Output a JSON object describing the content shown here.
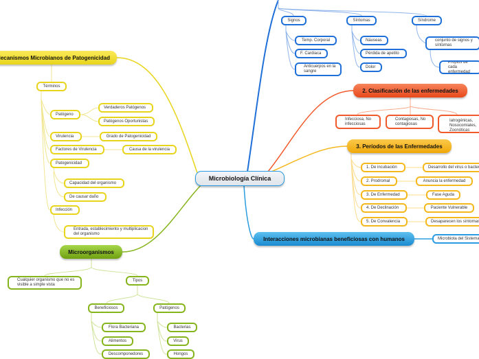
{
  "center": "Microbiología Clínica",
  "blue": {
    "signos": "Signos",
    "sintomas": "Síntomas",
    "sindrome": "Síndrome",
    "signos_items": [
      "Temp. Corporal",
      "F. Cardiaca",
      "Anticuerpos en la sangre"
    ],
    "sintomas_items": [
      "Náuseas",
      "Pérdida de apetito",
      "Dolor"
    ],
    "sindrome_items": [
      "conjunto de signos y síntomas",
      "Propios de cada enfermedad"
    ]
  },
  "clasificacion": {
    "title": "2. Clasificación de las enfermedades",
    "items": [
      "Infecciosa, No infecciosas",
      "Contagiosas, No contagiosas",
      "Iatrogénicas, Nosocomiales, Zoonóticas"
    ]
  },
  "periodos": {
    "title": "3. Períodos de las Enfermedades",
    "stages": [
      "1. De incubación",
      "2. Prodromal",
      "3. De Enfermedad",
      "4. De Declinación",
      "5. De Convalencia"
    ],
    "details": [
      "Desarrollo del virus o bacteria",
      "Anuncia la enfermedad",
      "Fase Aguda",
      "Paciente Vulnerable",
      "Desaparecen los síntomas"
    ]
  },
  "interacciones": {
    "title": "Interacciones microbianas beneficiosas con humanos",
    "items": [
      "Microbiota del Sistema"
    ]
  },
  "mecanismos": {
    "title": "Mecanismos Microbianos de Patogenicidad",
    "terminos": "Términos",
    "patogeno": "Patógeno",
    "patogeno_items": [
      "Verdaderos Patógenos",
      "Patógenos Oportunistas"
    ],
    "virulencia": "Virulencia",
    "virulencia_item": "Grado de Patogenicidad",
    "factores": "Factores de Virulencia",
    "factores_item": "Causa de la virulencia",
    "patogenicidad": "Patogenicidad",
    "patogenicidad_items": [
      "Capacidad del organismo",
      "De causar daño"
    ],
    "infeccion": "Infección",
    "infeccion_item": "Entrada, establecimiento y multiplicacion del organismo"
  },
  "microorganismos": {
    "title": "Microorganismos",
    "definicion": "Cualquier organismo que no es visible a simple vista",
    "tipos": "Tipos",
    "beneficiosos": "Beneficiosos",
    "beneficiosos_items": [
      "Flora Bacteriana",
      "Alimentos",
      "Descomponedores"
    ],
    "patogenos": "Patógenos",
    "patogenos_items": [
      "Bacterias",
      "Virus",
      "Hongos"
    ]
  }
}
